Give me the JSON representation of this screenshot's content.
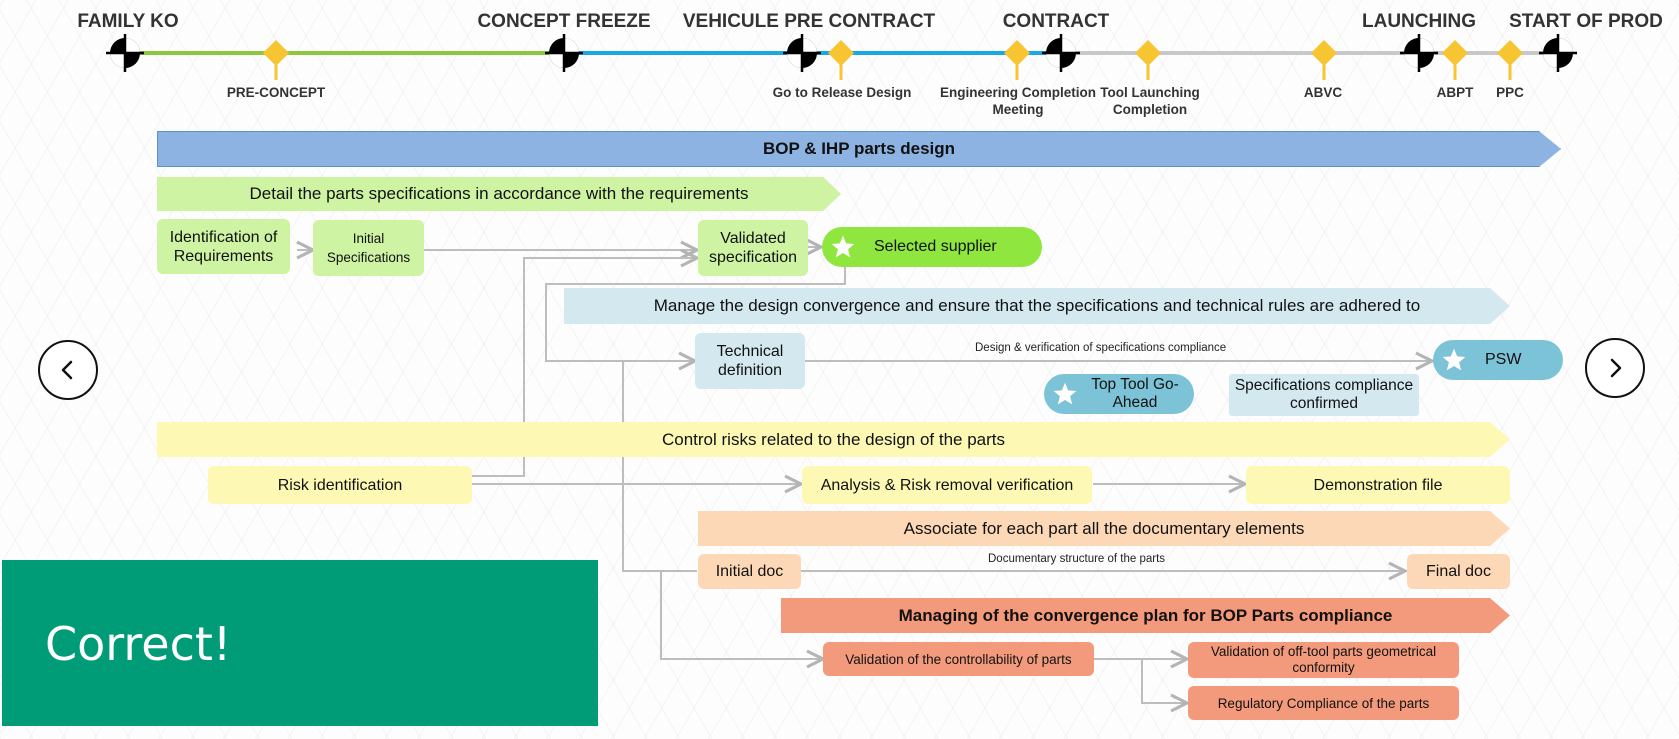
{
  "milestones": [
    {
      "label": "FAMILY KO"
    },
    {
      "label": "CONCEPT FREEZE"
    },
    {
      "label": "VEHICULE PRE CONTRACT"
    },
    {
      "label": "CONTRACT"
    },
    {
      "label": "LAUNCHING"
    },
    {
      "label": "START OF PROD"
    }
  ],
  "gates": [
    {
      "label": "PRE-CONCEPT"
    },
    {
      "label": "Go to Release Design"
    },
    {
      "label": "Engineering Completion\nMeeting"
    },
    {
      "label": "Tool Launching\nCompletion"
    },
    {
      "label": "ABVC"
    },
    {
      "label": "ABPT"
    },
    {
      "label": "PPC"
    }
  ],
  "timeline_colors": {
    "phase1": "#8dc63f",
    "phase2": "#1ba8e0",
    "phase3": "#c8c8c8",
    "gate": "#f7c531"
  },
  "bars": {
    "bop_ihp": "BOP & IHP parts design",
    "detail": "Detail the parts specifications in accordance with the requirements",
    "manage": "Manage the design convergence and ensure that the specifications and technical rules are adhered to",
    "control": "Control risks related to the design of the parts",
    "associate": "Associate for each part all the documentary elements",
    "managing_plan": "Managing of the convergence plan for BOP Parts compliance"
  },
  "boxes": {
    "identification": "Identification of Requirements",
    "initial_spec": "Initial Specifications",
    "validated_spec": "Validated specification",
    "selected_supplier": "Selected supplier",
    "technical_definition": "Technical definition",
    "psw": "PSW",
    "top_tool": "Top Tool Go-Ahead",
    "spec_compliance": "Specifications compliance confirmed",
    "risk_identification": "Risk identification",
    "analysis_risk": "Analysis & Risk removal verification",
    "demonstration_file": "Demonstration file",
    "initial_doc": "Initial doc",
    "final_doc": "Final doc",
    "validation_controllability": "Validation of the controllability of parts",
    "validation_offtool": "Validation of off-tool parts geometrical conformity",
    "regulatory": "Regulatory Compliance of the parts"
  },
  "annotations": {
    "design_verification": "Design & verification of specifications compliance",
    "documentary_structure": "Documentary structure of the parts"
  },
  "icons": {
    "milestone": "crosshair-icon",
    "gate": "diamond-icon",
    "star": "star-icon",
    "prev": "chevron-left-icon",
    "next": "chevron-right-icon"
  },
  "feedback": {
    "text": "Correct!",
    "color": "#009b77"
  }
}
